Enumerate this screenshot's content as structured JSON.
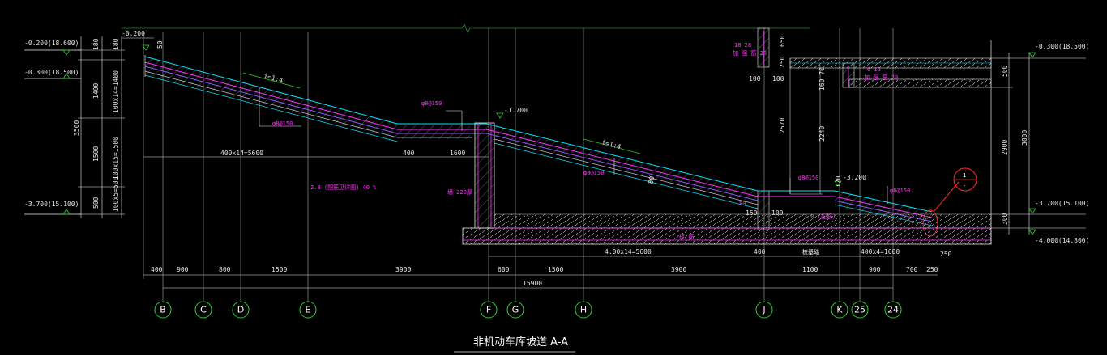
{
  "title": "非机动车库坡道 A-A",
  "axes": [
    "B",
    "C",
    "D",
    "E",
    "F",
    "G",
    "H",
    "J",
    "K",
    "25",
    "24"
  ],
  "left_levels": {
    "top1": "-0.200(18.600)",
    "top2": "-0.300(18.500)",
    "bottom": "-3.700(15.100)",
    "marker": "-0.200"
  },
  "left_dims": {
    "v180": "180",
    "v1400": "1400",
    "v1500": "1500",
    "v500": "500",
    "vfr1": "180",
    "vfr2": "100x14=1400",
    "vfr3": "100x15=1500",
    "vfr4": "100x5=500",
    "total": "3500",
    "v50": "50"
  },
  "right_levels": {
    "top": "-0.300(18.500)",
    "mid": "-3.700(15.100)",
    "bottom": "-4.000(14.800)"
  },
  "right_dims": {
    "d500": "500",
    "d2900": "2900",
    "d3000": "3000",
    "d300": "300"
  },
  "mid_levels": {
    "landing1": "-1.700",
    "landing2": "-3.200"
  },
  "slope_labels": {
    "s1": "i=1:4",
    "s2": "i=1:4"
  },
  "bottom_dims": [
    "400",
    "900",
    "800",
    "1500",
    "3900",
    "600",
    "1500",
    "3900",
    "1100",
    "900",
    "700",
    "250"
  ],
  "bottom_total": "15900",
  "mid_dims": {
    "run1": "400x14=5600",
    "run2": "4.00x14=5600",
    "run3": "400x4=1600",
    "land400a": "400",
    "land1600": "1600",
    "land400b": "400",
    "land_j": "桩基础",
    "d250": "250",
    "d80": "80",
    "d150": "150",
    "d100": "100",
    "d150b": "150"
  },
  "upper_right": {
    "d650": "650",
    "d250": "250",
    "d100a": "100",
    "d100b": "100",
    "d2570": "2570",
    "d2240": "2240",
    "d160": "160 70",
    "d120": "120"
  },
  "annotations": {
    "rebar1": "φ8@150",
    "rebar2": "φ8@150",
    "rebar3": "φ8@150",
    "rebar4": "φ8@150",
    "rebar5": "φ8@150",
    "rebar6": "φ8@150",
    "note1": "2.8 (配筋见详图) 40 %",
    "wall_note": "墙 220厚",
    "floor_note": "3.0 (配筋)",
    "slab": "板 筋",
    "mag1": "18 28",
    "mag2": "加 强 筋 28",
    "mag3": "6 12",
    "mag4": "加 强 筋 20",
    "bot_note": "80"
  },
  "detail_callout": {
    "num": "1",
    "sub": "-"
  },
  "colors": {
    "background": "#000000",
    "line_white": "#e6e6e6",
    "line_cyan": "#00e5ff",
    "line_purple": "#8a5cff",
    "line_magenta": "#ff33ff",
    "line_red": "#ff2a2a",
    "line_green": "#33cc33",
    "axis_circle": "#33cc33",
    "hatch_yellow": "#d8d35a"
  }
}
